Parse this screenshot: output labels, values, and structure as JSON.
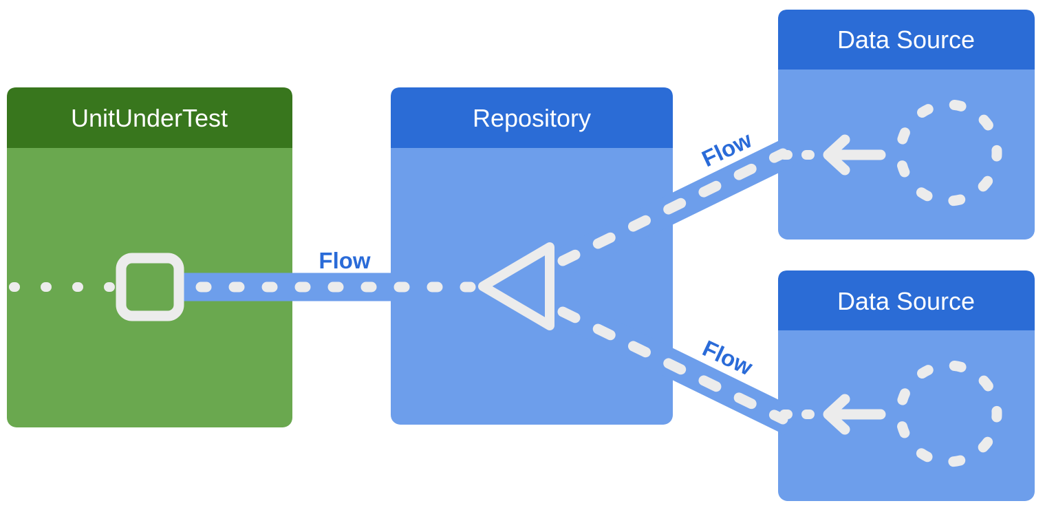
{
  "diagram": {
    "kind": "architecture-flow-diagram",
    "nodes": {
      "unit_under_test": {
        "label": "UnitUnderTest"
      },
      "repository": {
        "label": "Repository"
      },
      "data_source_top": {
        "label": "Data Source"
      },
      "data_source_bottom": {
        "label": "Data Source"
      }
    },
    "edges": {
      "unit_to_repository": {
        "label": "Flow"
      },
      "repository_to_data_source_top": {
        "label": "Flow"
      },
      "repository_to_data_source_bottom": {
        "label": "Flow"
      }
    },
    "icons": {
      "square_outlet": "hollow-rounded-square",
      "merge_triangle": "hollow-left-pointing-triangle",
      "left_arrow": "left-arrow",
      "dashed_circle": "dashed-circle"
    },
    "colors": {
      "green_header": "#38761d",
      "green_body": "#6aa84f",
      "blue_header": "#2b6cd6",
      "blue_body": "#6d9eeb",
      "connector_band": "#6d9eeb",
      "dash_white": "#ececec",
      "node_title_text": "#ffffff",
      "flow_label_text": "#2a6bd8",
      "background": "#ffffff"
    }
  }
}
